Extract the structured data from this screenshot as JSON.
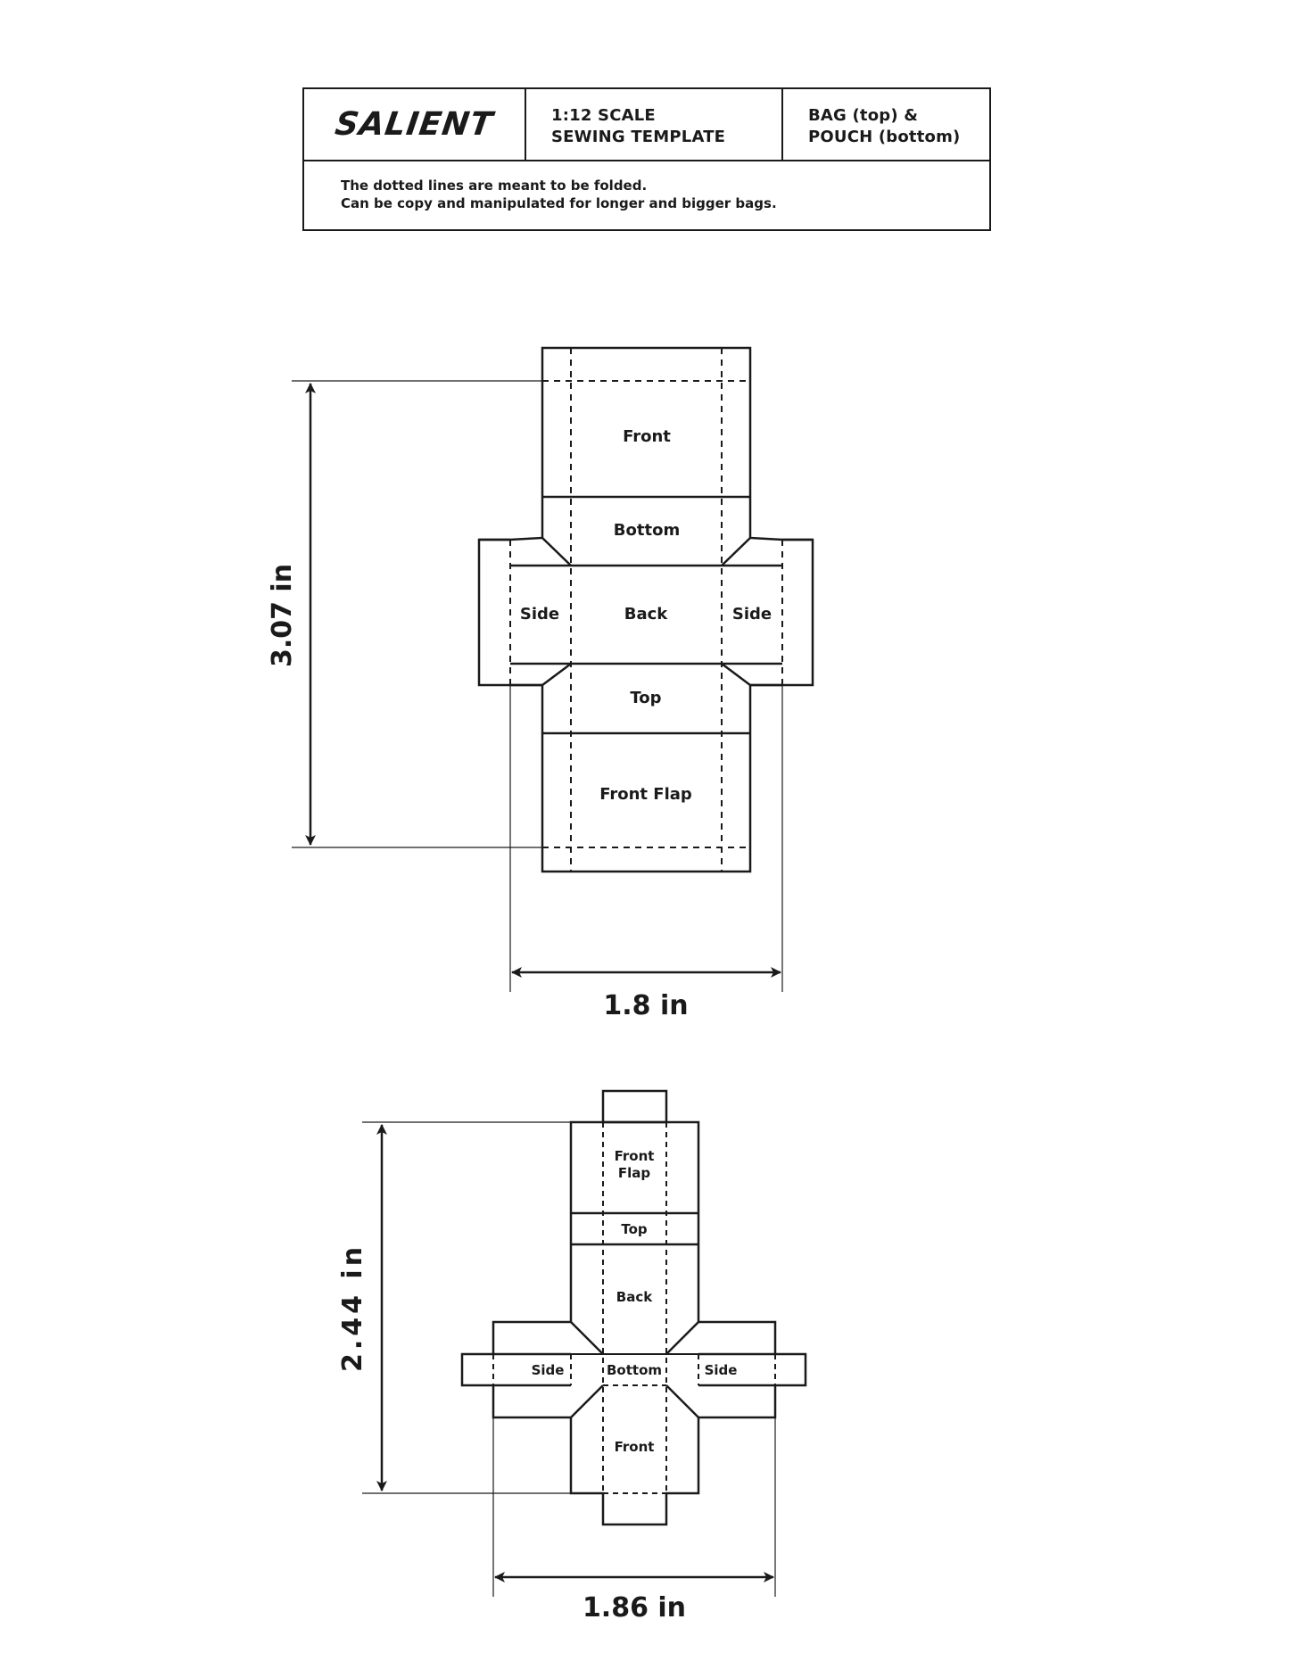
{
  "header": {
    "logo_text": "SALIENT",
    "scale_line1": "1:12 SCALE",
    "scale_line2": "SEWING TEMPLATE",
    "type_line1": "BAG (top) &",
    "type_line2": "POUCH (bottom)",
    "note_line1": "The dotted lines are meant to be folded.",
    "note_line2": "Can be copy and manipulated for longer and bigger bags."
  },
  "bag": {
    "front": "Front",
    "bottom": "Bottom",
    "side_left": "Side",
    "back": "Back",
    "side_right": "Side",
    "top": "Top",
    "front_flap": "Front Flap",
    "height_dim": "3.07 in",
    "width_dim": "1.8 in"
  },
  "pouch": {
    "front_flap_line1": "Front",
    "front_flap_line2": "Flap",
    "top": "Top",
    "back": "Back",
    "side_left": "Side",
    "bottom": "Bottom",
    "side_right": "Side",
    "front": "Front",
    "height_dim": "2.44 in",
    "width_dim": "1.86 in"
  },
  "colors": {
    "ink": "#1a1a1a",
    "paper": "#ffffff"
  }
}
